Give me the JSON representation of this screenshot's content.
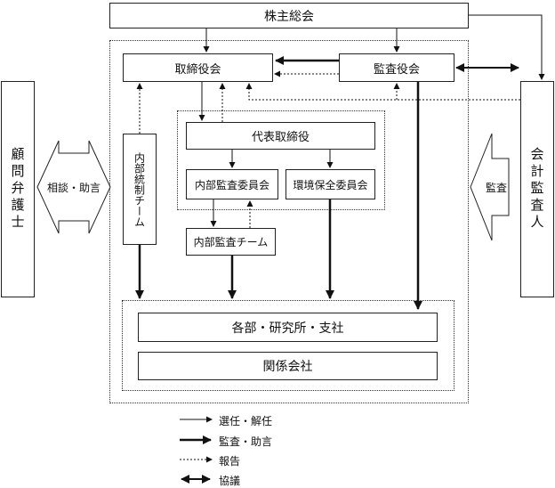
{
  "nodes": {
    "shareholders": "株主総会",
    "board": "取締役会",
    "auditors": "監査役会",
    "ceo": "代表取締役",
    "internal_audit_committee": "内部監査委員会",
    "env_committee": "環境保全委員会",
    "internal_audit_team": "内部監査チーム",
    "internal_control_team": "内部統制チーム",
    "departments": "各部・研究所・支社",
    "affiliates": "関係会社",
    "advisor_lawyer": "顧問弁護士",
    "accounting_auditor": "会計監査人"
  },
  "arrow_labels": {
    "consult": "相談・助言",
    "audit": "監査"
  },
  "legend": {
    "appoint": "選任・解任",
    "audit_advice": "監査・助言",
    "report": "報告",
    "consultation": "協議"
  }
}
